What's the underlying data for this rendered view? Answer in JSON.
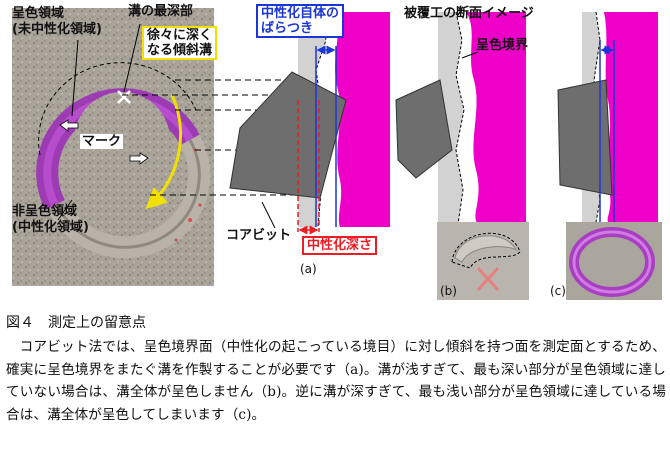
{
  "labels": {
    "colored_region_line1": "呈色領域",
    "colored_region_line2": "(未中性化領域)",
    "deepest": "溝の最深部",
    "sloped_groove_line1": "徐々に深く",
    "sloped_groove_line2": "なる傾斜溝",
    "variation_line1": "中性化自体の",
    "variation_line2": "ばらつき",
    "section_title": "被覆工の断面イメージ",
    "boundary": "呈色境界",
    "mark": "マーク",
    "non_colored_line1": "非呈色領域",
    "non_colored_line2": "(中性化領域)",
    "core_bit": "コアビット",
    "carbonation_depth": "中性化深さ",
    "panel_a": "(a)",
    "panel_b": "(b)",
    "panel_c": "(c)"
  },
  "caption": {
    "title": "図４　測定上の留意点",
    "body": "コアビット法では、呈色境界面（中性化の起こっている境目）に対し傾斜を持つ面を測定面とするため、確実に呈色境界をまたぐ溝を作製することが必要です（a)。溝が浅すぎて、最も深い部分が呈色領域に達していない場合は、溝全体が呈色しません（b)。逆に溝が深すぎて、最も浅い部分が呈色領域に達している場合は、溝全体が呈色してしまいます（c)。"
  },
  "colors": {
    "magenta": "#ee00c8",
    "gray_block": "#6e6e6e",
    "blue": "#1a36d8",
    "red": "#ee1c24",
    "yellow": "#f2e100",
    "light_gray": "#d2d2d2"
  }
}
